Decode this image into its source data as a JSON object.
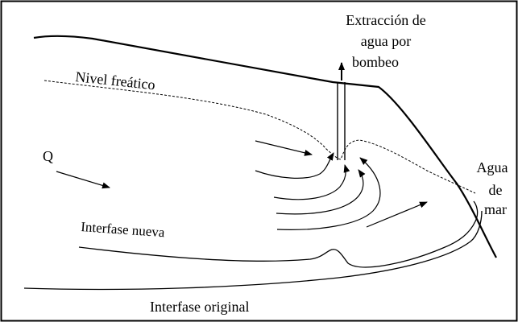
{
  "labels": {
    "extraction_line1": "Extracción de",
    "extraction_line2": "agua por",
    "extraction_line3": "bombeo",
    "water_table": "Nivel freático",
    "flow_q": "Q",
    "sea_line1": "Agua",
    "sea_line2": "de",
    "sea_line3": "mar",
    "new_interface": "Interfase nueva",
    "original_interface": "Interfase original"
  },
  "colors": {
    "line": "#000000",
    "background": "#ffffff"
  }
}
